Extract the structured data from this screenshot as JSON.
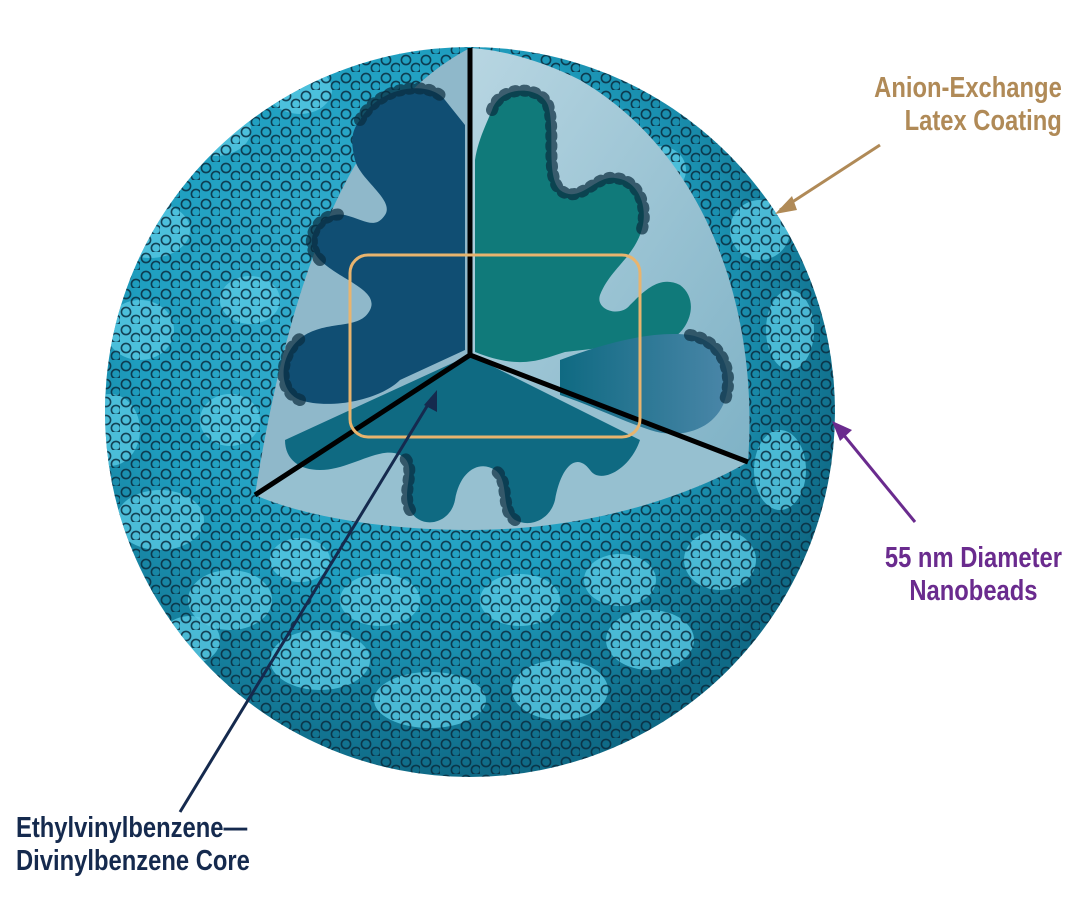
{
  "labels": {
    "coating": {
      "line1": "Anion-Exchange",
      "line2": "Latex Coating",
      "color": "#b08a57"
    },
    "nanobeads": {
      "line1": "55 nm Diameter",
      "line2": "Nanobeads",
      "color": "#6a2b8e"
    },
    "core": {
      "line1": "Ethylvinylbenzene—",
      "line2": "Divinylbenzene Core",
      "color": "#152a4e"
    }
  },
  "colors": {
    "sphere": "#1f9fc0",
    "sphere_dark": "#0f5f7a",
    "sphere_light": "#58c8e2",
    "core_dark": "#104e73",
    "core_mid": "#0f6a82",
    "core_teal": "#107a7a",
    "cutaway": "#9fc4d4",
    "bead_stroke": "#0a2c3e",
    "highlight_box": "#e8b46e"
  }
}
